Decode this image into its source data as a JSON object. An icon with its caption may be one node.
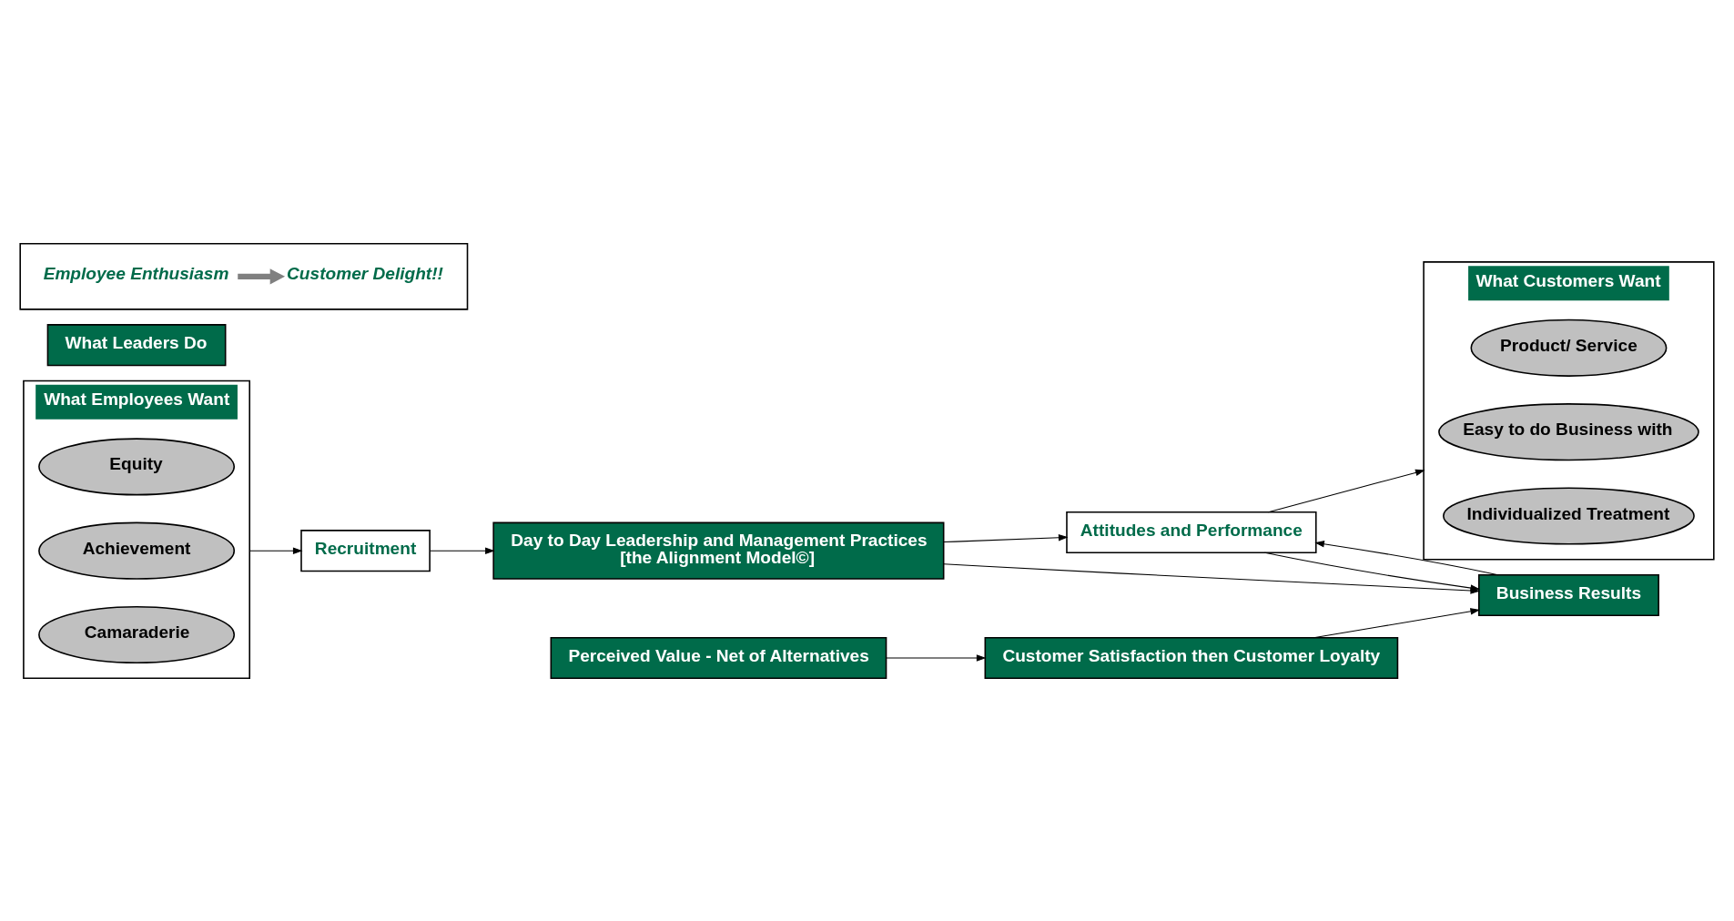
{
  "diagram": {
    "nodes": [
      {
        "text": [
          "What Employees Want"
        ]
      },
      {
        "text": [
          "Equity"
        ],
        "in": 0
      },
      {
        "text": [
          "Achievement"
        ],
        "in": 0
      },
      {
        "text": [
          "Camaraderie"
        ],
        "in": 0
      },
      {
        "text": [
          "What Leaders Do"
        ]
      },
      {
        "text": [
          "Recruitment"
        ]
      },
      {
        "text": [
          "Day to Day Leadership and Management Practices",
          "[the Alignment Model©]"
        ]
      },
      {
        "text": [
          "Attitudes and Performance"
        ]
      },
      {
        "text": [
          "What Customers Want"
        ]
      },
      {
        "text": [
          "Product/ Service"
        ],
        "in": 8
      },
      {
        "text": [
          "Easy to do Business with"
        ],
        "in": 8
      },
      {
        "text": [
          "Individualized Treatment"
        ],
        "in": 8
      },
      {
        "text": [
          "Perceived Value - Net of Alternatives"
        ]
      },
      {
        "text": [
          "Business Results"
        ]
      },
      {
        "text": [
          "Customer Satisfaction then Customer Loyalty"
        ]
      },
      {
        "text": [],
        "shape": "box"
      },
      {
        "text": [
          "Employee Enthusiasm"
        ],
        "in": 15
      },
      {
        "text": [
          "Customer Delight!!"
        ],
        "in": 15
      }
    ],
    "edges": [
      {
        "from": 0,
        "to": 5,
        "arrow": "to"
      },
      {
        "from": 5,
        "to": 6,
        "arrow": "to"
      },
      {
        "from": 6,
        "to": 7,
        "arrow": "to"
      },
      {
        "from": 7,
        "to": 8,
        "arrow": "to"
      },
      {
        "from": 6,
        "to": 13,
        "arrow": "to"
      },
      {
        "from": 13,
        "to": 7,
        "arrow": "to"
      },
      {
        "from": 7,
        "to": 13,
        "arrow": "to"
      },
      {
        "from": 12,
        "to": 14,
        "arrow": "to"
      },
      {
        "from": 14,
        "to": 13,
        "arrow": "to"
      },
      {
        "from": 16,
        "to": 17,
        "arrow": "to",
        "style": "thick",
        "color": "#808080"
      }
    ]
  }
}
